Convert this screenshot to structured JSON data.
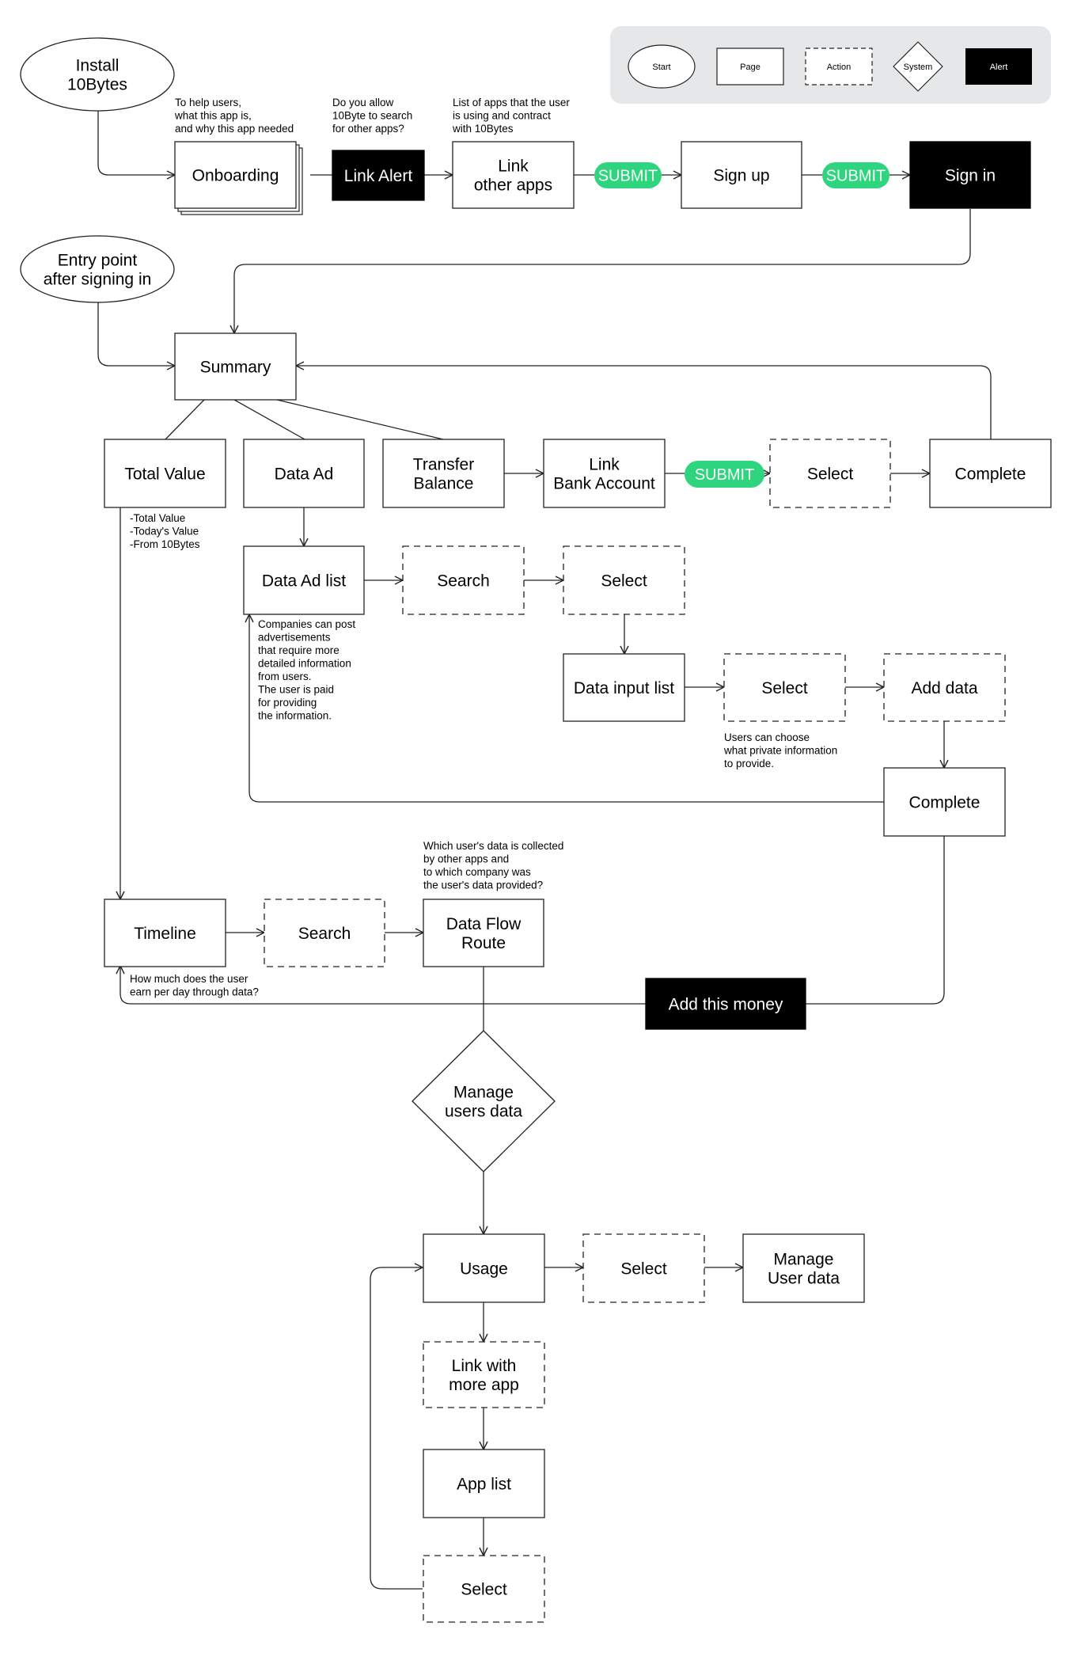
{
  "legend": {
    "items": [
      {
        "label": "Start"
      },
      {
        "label": "Page"
      },
      {
        "label": "Action"
      },
      {
        "label": "System"
      },
      {
        "label": "Alert"
      }
    ]
  },
  "colors": {
    "submit": "#2ED47E",
    "alert": "#000000",
    "legend_bg": "#E6E7E8",
    "line": "#222222"
  },
  "nodes": {
    "install": [
      "Install",
      "10Bytes"
    ],
    "onboarding": [
      "Onboarding"
    ],
    "link_alert": [
      "Link Alert"
    ],
    "link_other_apps": [
      "Link",
      "other apps"
    ],
    "submit_1": [
      "SUBMIT"
    ],
    "sign_up": [
      "Sign up"
    ],
    "submit_2": [
      "SUBMIT"
    ],
    "sign_in": [
      "Sign in"
    ],
    "entry_point": [
      "Entry point",
      "after signing in"
    ],
    "summary": [
      "Summary"
    ],
    "total_value": [
      "Total Value"
    ],
    "data_ad": [
      "Data Ad"
    ],
    "transfer_balance": [
      "Transfer",
      "Balance"
    ],
    "link_bank": [
      "Link",
      "Bank Account"
    ],
    "submit_3": [
      "SUBMIT"
    ],
    "select_bank": [
      "Select"
    ],
    "complete_top": [
      "Complete"
    ],
    "data_ad_list": [
      "Data Ad list"
    ],
    "search_ad": [
      "Search"
    ],
    "select_ad": [
      "Select"
    ],
    "data_input_list": [
      "Data input list"
    ],
    "select_input": [
      "Select"
    ],
    "add_data": [
      "Add data"
    ],
    "complete_mid": [
      "Complete"
    ],
    "timeline": [
      "Timeline"
    ],
    "search_timeline": [
      "Search"
    ],
    "data_flow_route": [
      "Data Flow",
      "Route"
    ],
    "add_money": [
      "Add this money"
    ],
    "manage_users_data": [
      "Manage",
      "users data"
    ],
    "usage": [
      "Usage"
    ],
    "select_usage": [
      "Select"
    ],
    "manage_user_data": [
      "Manage",
      "User data"
    ],
    "link_more_app": [
      "Link with",
      "more app"
    ],
    "app_list": [
      "App list"
    ],
    "select_bottom": [
      "Select"
    ]
  },
  "notes": {
    "onboarding": [
      "To help users,",
      "what this app is,",
      "and why this app needed"
    ],
    "link_alert": [
      "Do you allow",
      "10Byte to search",
      "for other apps?"
    ],
    "link_apps": [
      "List of apps that the user",
      "is using and contract",
      "with 10Bytes"
    ],
    "total_value": [
      "-Total Value",
      "-Today's Value",
      "-From 10Bytes"
    ],
    "data_ad_list": [
      "Companies can post",
      "advertisements",
      "that require more",
      "detailed information",
      "from users.",
      "The user is paid",
      "for providing",
      "the information."
    ],
    "select_input": [
      "Users can choose",
      "what private information",
      "to provide."
    ],
    "data_flow": [
      "Which user's data is collected",
      "by other apps and",
      "to which company was",
      "the user's data provided?"
    ],
    "timeline": [
      "How much does the user",
      "earn per day through data?"
    ]
  }
}
